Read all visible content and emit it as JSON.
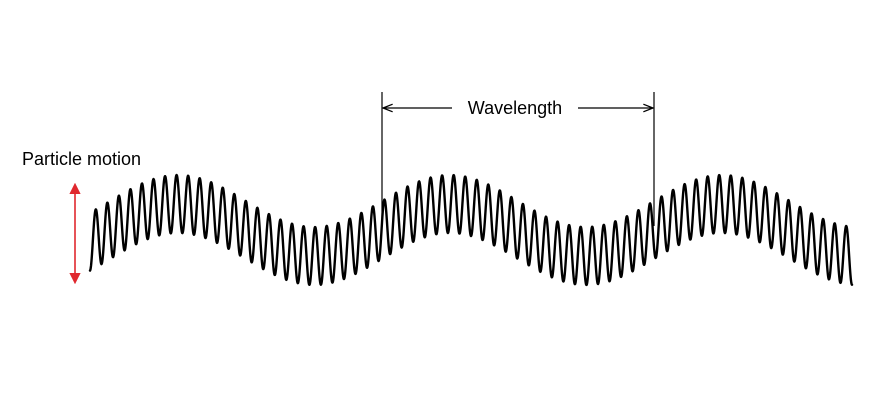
{
  "labels": {
    "particle_motion": "Particle motion",
    "wavelength": "Wavelength"
  },
  "colors": {
    "wave": "#000000",
    "particle_arrow": "#e0282e",
    "wavelength_marker": "#000000"
  },
  "wave": {
    "coil_count": 66,
    "cycles_shown": 2.75
  }
}
